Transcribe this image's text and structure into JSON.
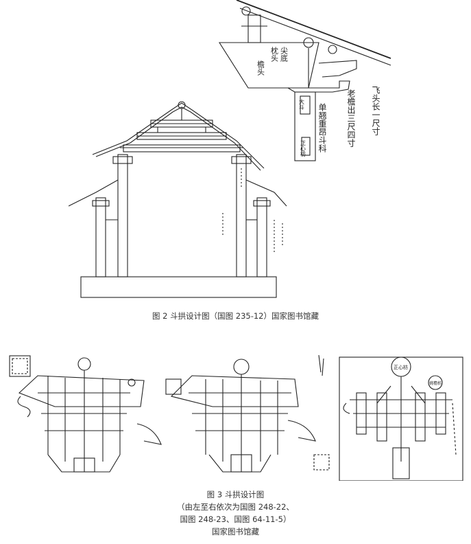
{
  "figure2": {
    "caption": "图 2 斗拱设计图（国图 235-12）国家图书馆藏",
    "detail_labels": [
      "檐头",
      "枕头",
      "尖底",
      "单翘重昂斗科",
      "老檐出三尺四寸",
      "飞头长一尺寸",
      "大斗",
      "正心枋"
    ]
  },
  "figure3": {
    "caption_lines": [
      "图 3 斗拱设计图",
      "（由左至右依次为国图 248-22、",
      "国图 248-23、国图 64-11-5）",
      "国家图书馆藏"
    ],
    "panel_labels": [
      "正心枋",
      "挑檐枋"
    ]
  }
}
